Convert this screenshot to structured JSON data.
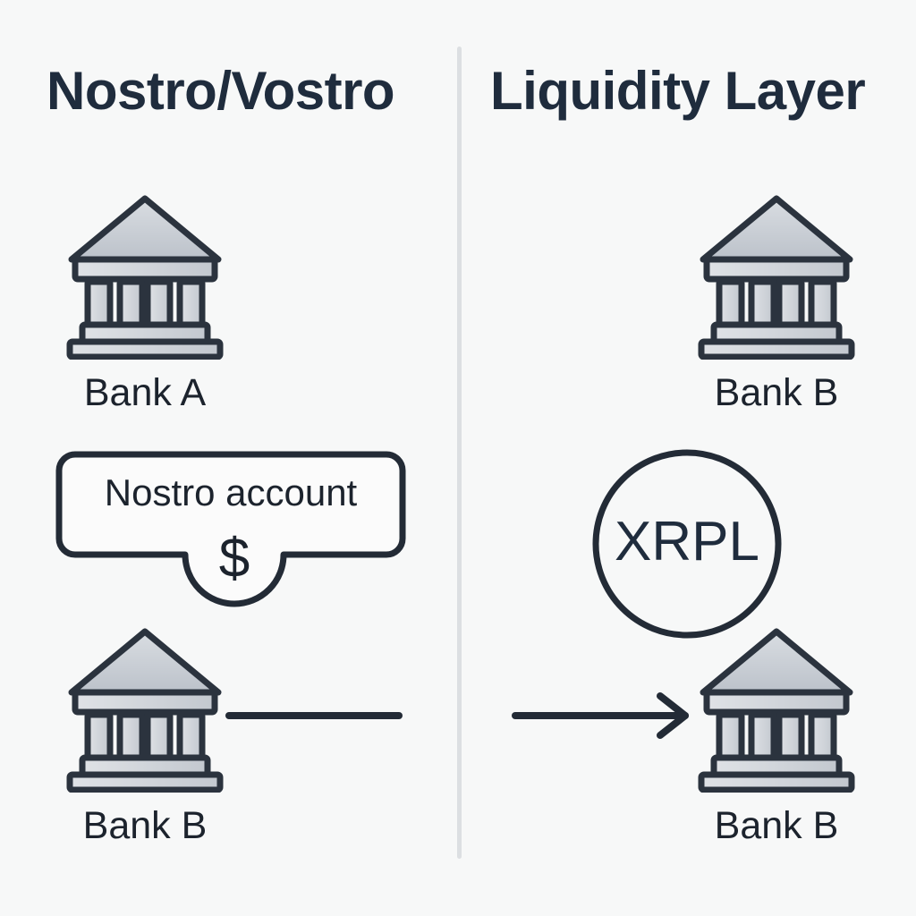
{
  "canvas": {
    "background": "#f7f8f8",
    "ink": "#232b36",
    "title_color": "#1f2c3d",
    "icon_fill": "#c9ced5",
    "divider_color": "#dcdfe2"
  },
  "panels": {
    "left": {
      "title": "Nostro/Vostro",
      "top_bank": {
        "label": "Bank A",
        "icon": "bank-icon"
      },
      "account_box": {
        "label": "Nostro account",
        "currency_symbol": "$",
        "shape": "rounded-rect-with-pouch"
      },
      "bottom_bank": {
        "label": "Bank B",
        "icon": "bank-icon"
      },
      "connector": {
        "type": "line",
        "arrowhead": "none"
      }
    },
    "right": {
      "title": "Liquidity Layer",
      "top_bank": {
        "label": "Bank B",
        "icon": "bank-icon"
      },
      "ledger": {
        "label": "XRPL",
        "shape": "circle"
      },
      "bottom_bank": {
        "label": "Bank B",
        "icon": "bank-icon"
      },
      "connector": {
        "type": "arrow",
        "arrowhead": "right-chevron"
      }
    }
  }
}
